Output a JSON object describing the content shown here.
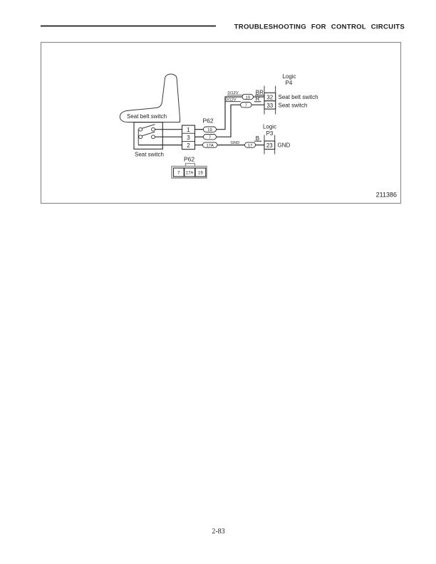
{
  "header": {
    "title": "TROUBLESHOOTING FOR CONTROL CIRCUITS"
  },
  "figure": {
    "number": "211386",
    "seat": {
      "belt_label": "Seat belt switch",
      "switch_label": "Seat switch"
    },
    "p62": {
      "label": "P62",
      "pins": [
        "1",
        "3",
        "2"
      ],
      "wire_ids": [
        "19",
        "7",
        "17A"
      ]
    },
    "wire1": {
      "voltage": "0/12V",
      "id": "19",
      "color": "BR"
    },
    "wire2": {
      "voltage": "0/12V",
      "id": "7",
      "color": "R"
    },
    "wire3": {
      "signal": "GND",
      "id": "17",
      "color": "B"
    },
    "logic_p4": {
      "title": "Logic",
      "name": "P4",
      "pin1": "32",
      "pin1_label": "Seat belt switch",
      "pin2": "33",
      "pin2_label": "Seat switch"
    },
    "logic_p3": {
      "title": "Logic",
      "name": "P3",
      "pin": "23",
      "pin_label": "GND"
    },
    "p62_pinout": {
      "label": "P62",
      "cells": [
        "7",
        "17A",
        "19"
      ]
    }
  },
  "footer": {
    "page": "2-83"
  }
}
